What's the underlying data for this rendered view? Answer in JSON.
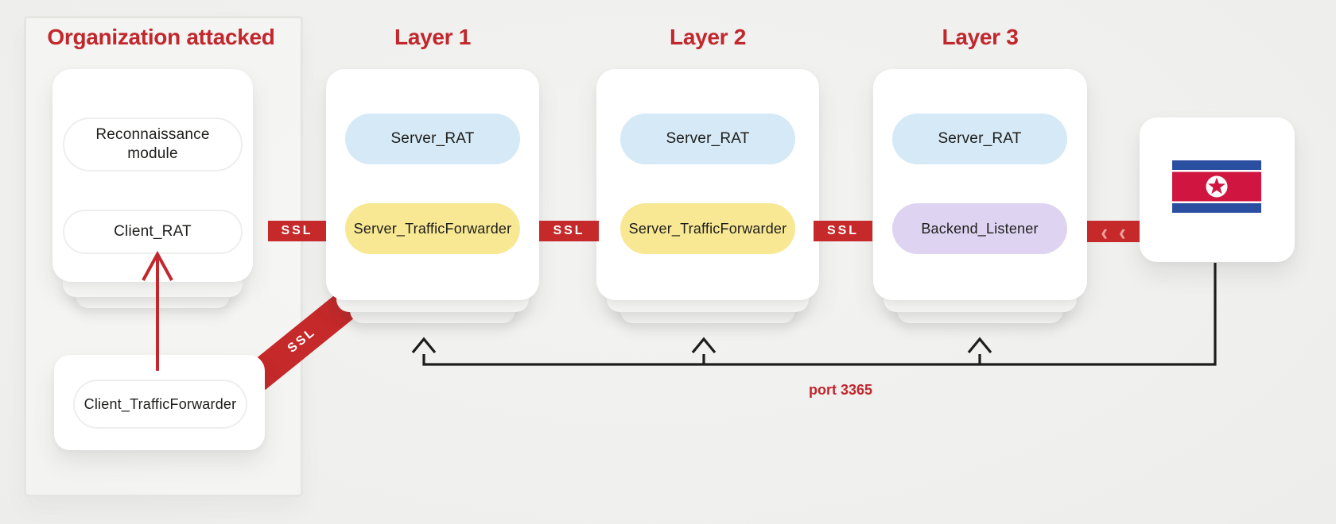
{
  "organization": {
    "title": "Organization attacked",
    "recon_module_label": "Reconnaissance\nmodule",
    "client_rat_label": "Client_RAT",
    "client_traffic_forwarder_label": "Client_TrafficForwarder"
  },
  "layers": [
    {
      "title": "Layer 1",
      "top_pill": "Server_RAT",
      "bottom_pill": "Server_TrafficForwarder"
    },
    {
      "title": "Layer 2",
      "top_pill": "Server_RAT",
      "bottom_pill": "Server_TrafficForwarder"
    },
    {
      "title": "Layer 3",
      "top_pill": "Server_RAT",
      "bottom_pill": "Backend_Listener"
    }
  ],
  "connections": {
    "ssl_label": "SSL",
    "port_label": "port 3365",
    "chevron_glyph": "‹"
  },
  "attacker": {
    "flag_icon": "north-korea-flag"
  },
  "colors": {
    "accent_red": "#c1272d",
    "badge_red": "#c5292a",
    "pill_blue": "#d5e9f6",
    "pill_yellow": "#f8e894",
    "pill_purple": "#ded4f2",
    "line_black": "#1d1d1b",
    "background": "#efefed",
    "flag_blue": "#2b4fa0",
    "flag_red": "#d01640"
  }
}
